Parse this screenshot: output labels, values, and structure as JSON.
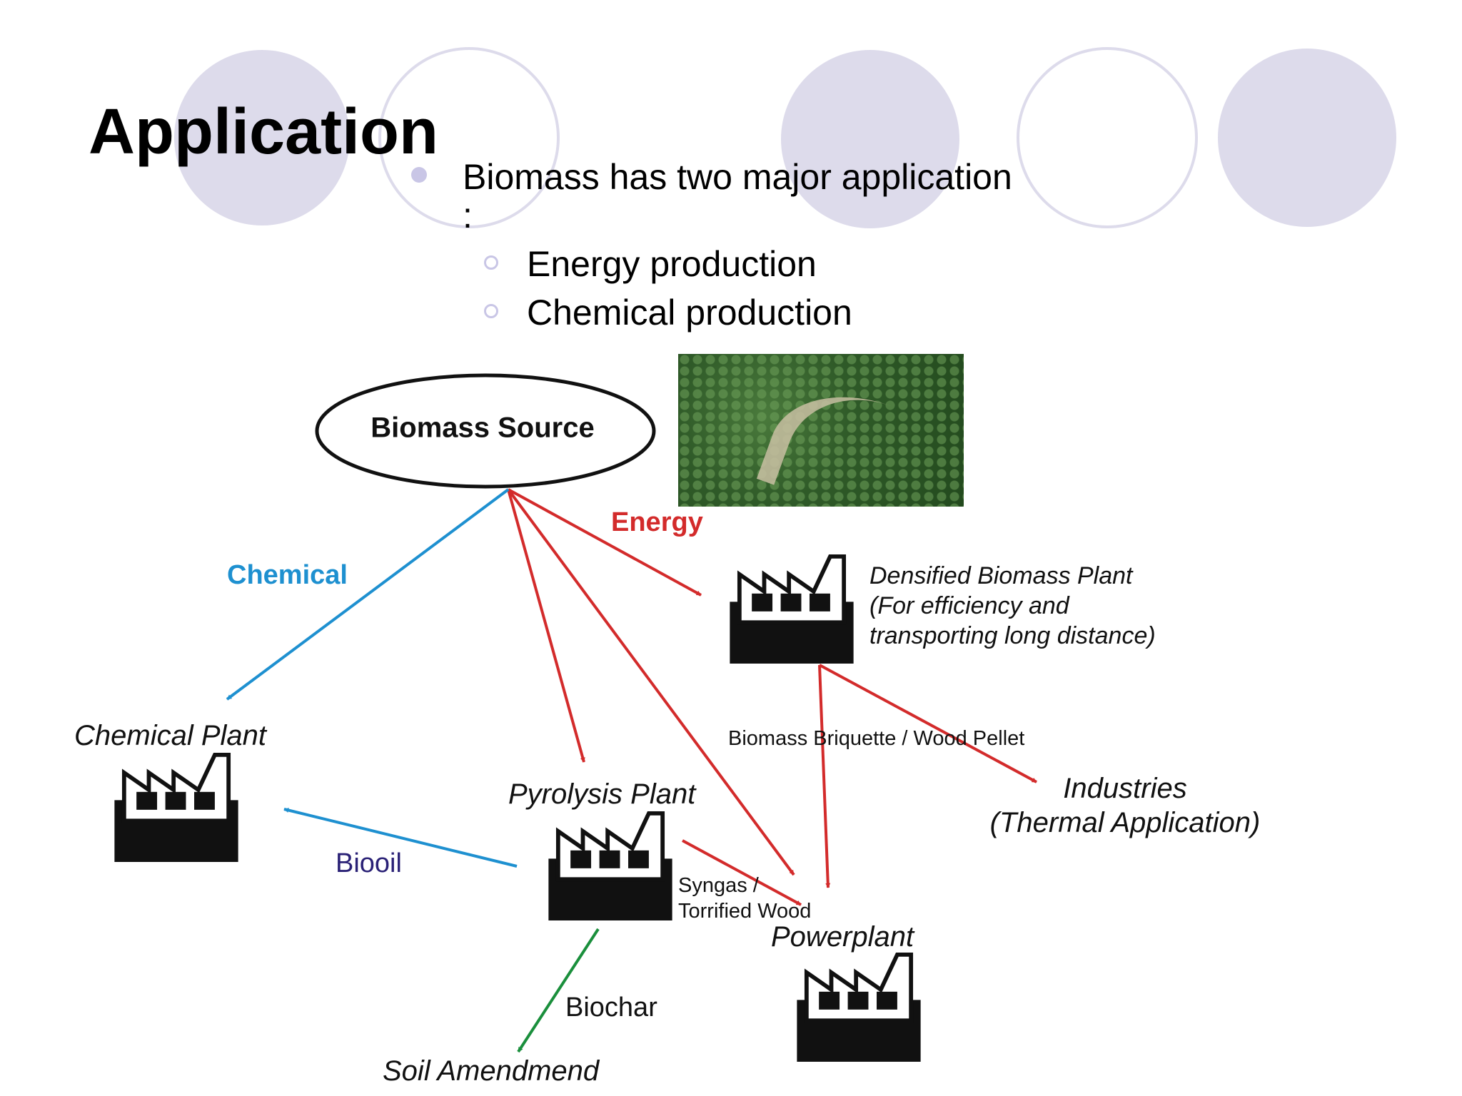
{
  "slide": {
    "title": "Application",
    "intro_line1": "Biomass has two major application",
    "intro_line2": ":",
    "bullets": [
      {
        "label": "Energy production"
      },
      {
        "label": "Chemical production"
      }
    ]
  },
  "colors": {
    "decor_circle": "#dddbeb",
    "energy": "#d32b2b",
    "chemical": "#1e90d0",
    "biooil_label": "#2a2176",
    "biochar": "#1a8f3c"
  },
  "icons": [
    "factory-icon",
    "forest-photo"
  ],
  "diagram": {
    "source": "Biomass Source",
    "edge_labels": {
      "energy": "Energy",
      "chemical": "Chemical",
      "biooil": "Biooil",
      "biochar": "Biochar",
      "briquette": "Biomass Briquette / Wood Pellet",
      "syngas_line1": "Syngas /",
      "syngas_line2": "Torrified Wood"
    },
    "nodes": {
      "densified_line1": "Densified Biomass Plant",
      "densified_line2": "(For efficiency and",
      "densified_line3": "transporting long distance)",
      "chemical_plant": "Chemical Plant",
      "pyrolysis_plant": "Pyrolysis Plant",
      "industries_line1": "Industries",
      "industries_line2": "(Thermal Application)",
      "powerplant": "Powerplant",
      "soil": "Soil Amendmend"
    }
  }
}
